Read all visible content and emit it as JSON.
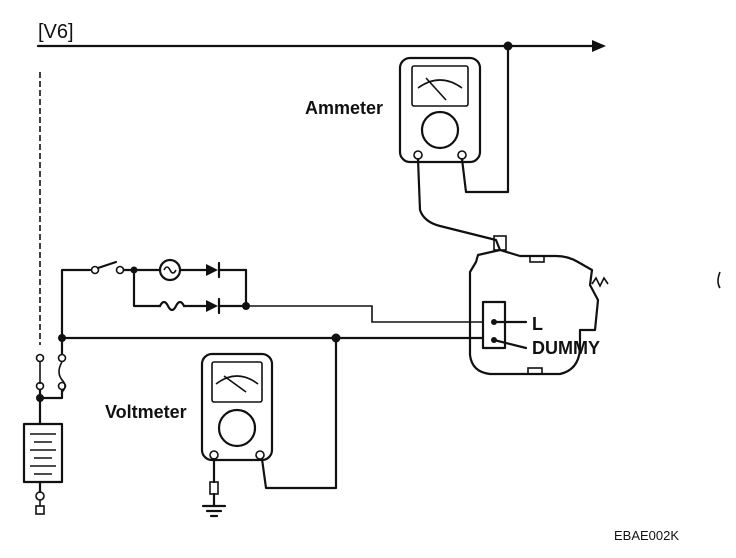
{
  "diagram": {
    "variant_label": "[V6]",
    "ammeter_label": "Ammeter",
    "voltmeter_label": "Voltmeter",
    "terminal_l_label": "L",
    "terminal_dummy_label": "DUMMY",
    "figure_code": "EBAE002K"
  }
}
